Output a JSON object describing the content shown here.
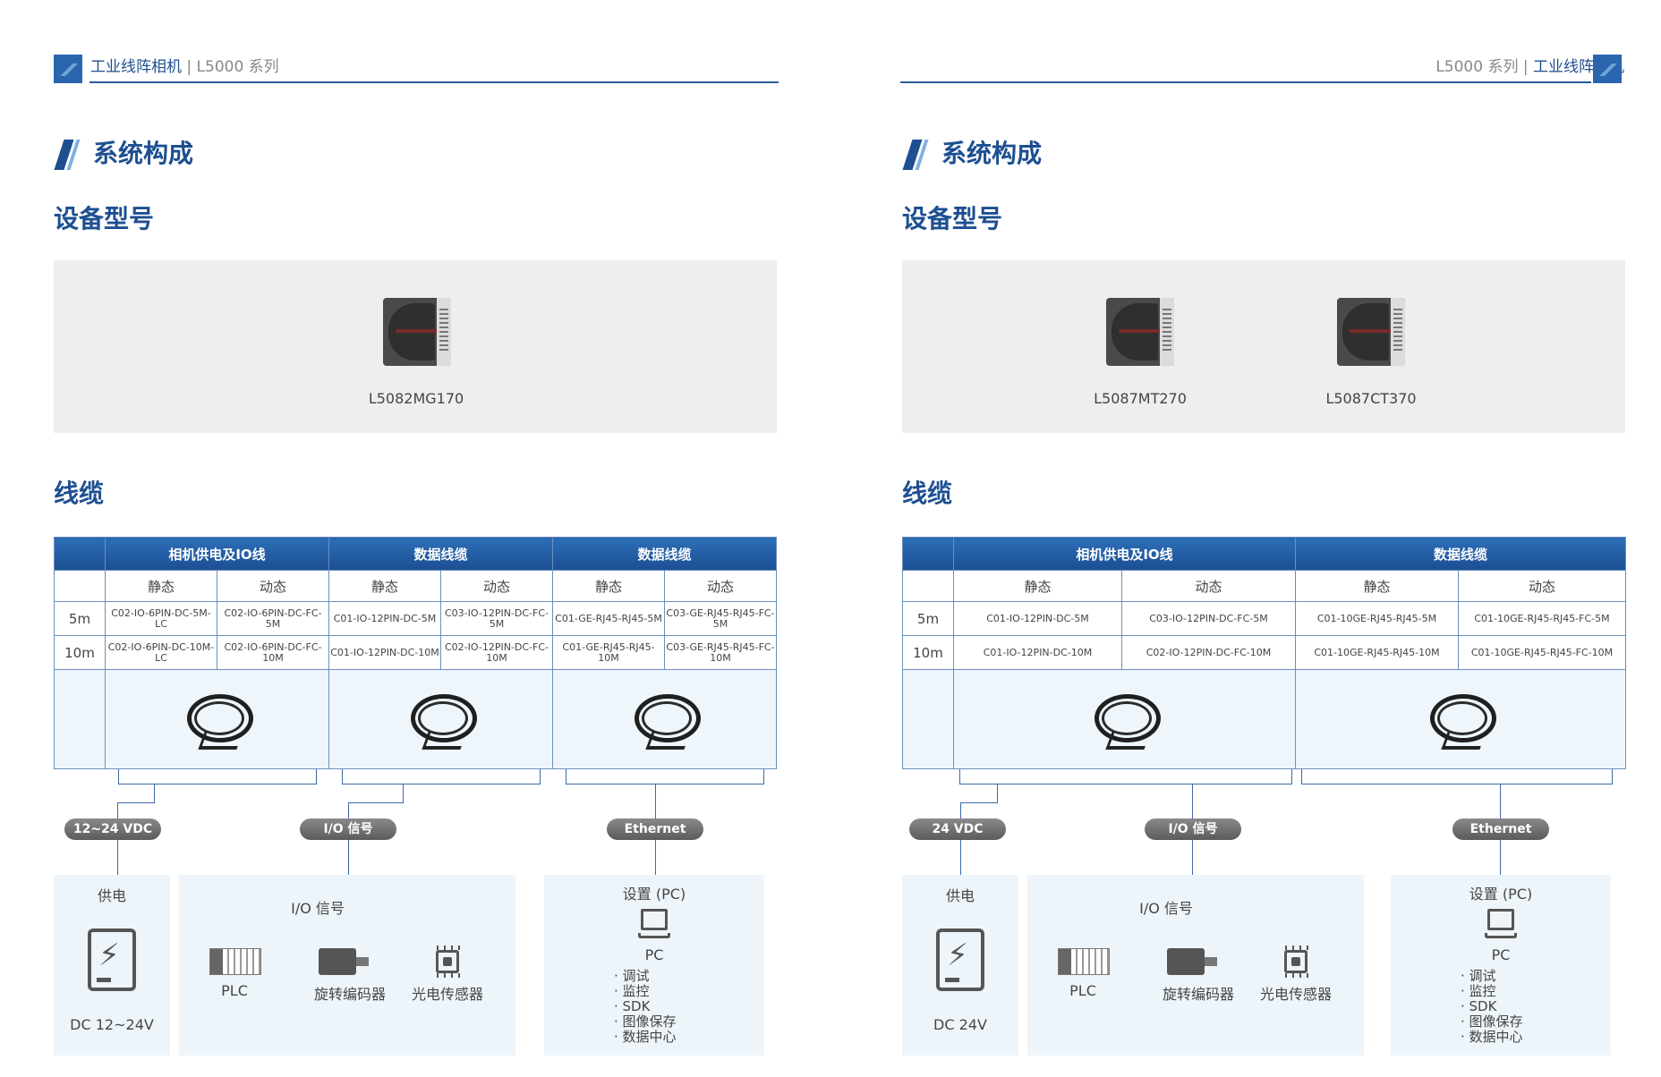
{
  "header": {
    "series_name_cn": "工业线阵相机",
    "separator": "|",
    "series_code": "L5000 系列"
  },
  "section_title": "系统构成",
  "device_title": "设备型号",
  "cable_title": "线缆",
  "left_page": {
    "devices": [
      "L5082MG170"
    ],
    "table": {
      "groups": [
        "相机供电及IO线",
        "数据线缆",
        "数据线缆"
      ],
      "sub_headers": [
        "静态",
        "动态",
        "静态",
        "动态",
        "静态",
        "动态"
      ],
      "rows": [
        {
          "length": "5m",
          "cells": [
            "C02-IO-6PIN-DC-5M-LC",
            "C02-IO-6PIN-DC-FC-5M",
            "C01-IO-12PIN-DC-5M",
            "C03-IO-12PIN-DC-FC-5M",
            "C01-GE-RJ45-RJ45-5M",
            "C03-GE-RJ45-RJ45-FC-5M"
          ]
        },
        {
          "length": "10m",
          "cells": [
            "C02-IO-6PIN-DC-10M-LC",
            "C02-IO-6PIN-DC-FC-10M",
            "C01-IO-12PIN-DC-10M",
            "C02-IO-12PIN-DC-FC-10M",
            "C01-GE-RJ45-RJ45-10M",
            "C03-GE-RJ45-RJ45-FC-10M"
          ]
        }
      ]
    },
    "pills": [
      "12~24 VDC",
      "I/O 信号",
      "Ethernet"
    ],
    "power": {
      "title": "供电",
      "value": "DC 12~24V"
    }
  },
  "right_page": {
    "devices": [
      "L5087MT270",
      "L5087CT370"
    ],
    "table": {
      "groups": [
        "相机供电及IO线",
        "数据线缆"
      ],
      "sub_headers": [
        "静态",
        "动态",
        "静态",
        "动态"
      ],
      "rows": [
        {
          "length": "5m",
          "cells": [
            "C01-IO-12PIN-DC-5M",
            "C03-IO-12PIN-DC-FC-5M",
            "C01-10GE-RJ45-RJ45-5M",
            "C01-10GE-RJ45-RJ45-FC-5M"
          ]
        },
        {
          "length": "10m",
          "cells": [
            "C01-IO-12PIN-DC-10M",
            "C02-IO-12PIN-DC-FC-10M",
            "C01-10GE-RJ45-RJ45-10M",
            "C01-10GE-RJ45-RJ45-FC-10M"
          ]
        }
      ]
    },
    "pills": [
      "24 VDC",
      "I/O 信号",
      "Ethernet"
    ],
    "power": {
      "title": "供电",
      "value": "DC 24V"
    }
  },
  "io_box": {
    "title": "I/O 信号",
    "items": [
      "PLC",
      "旋转编码器",
      "光电传感器"
    ]
  },
  "pc_box": {
    "title": "设置 (PC)",
    "device": "PC",
    "functions": [
      "· 调试",
      "· 监控",
      "· SDK",
      "· 图像保存",
      "· 数据中心"
    ]
  },
  "colors": {
    "brand_blue": "#1d4f91",
    "header_gradient_top": "#2d6fb8",
    "panel_gray": "#eeeeee",
    "box_bg": "#eef5fa",
    "pill_gray": "#6b6b6b"
  },
  "icons": [
    "brand-logo-icon",
    "camera-image",
    "cable-coil-image",
    "battery-bolt-icon",
    "plc-icon",
    "encoder-icon",
    "sensor-chip-icon",
    "laptop-icon"
  ]
}
